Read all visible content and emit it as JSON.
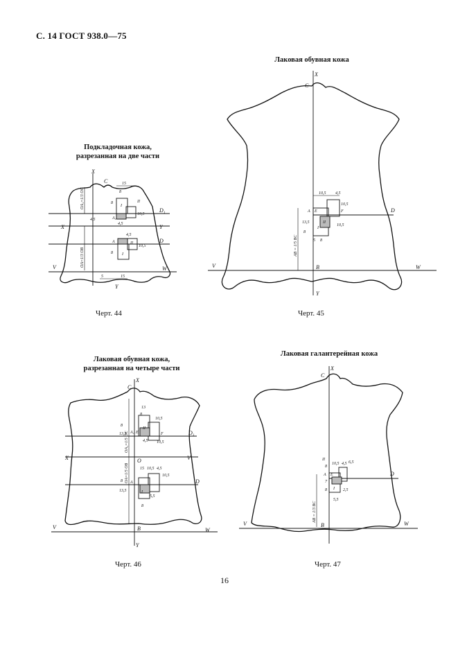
{
  "header": {
    "text": "С. 14 ГОСТ 938.0—75"
  },
  "page_number": "16",
  "figures": [
    {
      "title": "Подкладочная кожа,\nразрезанная на две части",
      "title_lines": [
        "Подкладочная кожа,",
        "разрезанная на две части"
      ],
      "caption": "Черт. 44",
      "labels": {
        "x_top": "X",
        "c": "C",
        "x_left": "X",
        "y_right": "Y",
        "d1": "D₁",
        "d": "D",
        "v": "V",
        "w": "W",
        "y_bottom": "Y",
        "a1": "A₁",
        "a": "A",
        "roman_2": "II",
        "roman_1a": "I",
        "roman_1b": "I",
        "roman_2b": "II",
        "dim_15_top": "15",
        "dim_8_top": "8",
        "dim_8_a": "8",
        "dim_8_b": "8",
        "dim_45_a": "4,5",
        "dim_45_b": "4,5",
        "dim_45_c": "4,5",
        "dim_105_a": "10,5",
        "dim_105_b": "10,5",
        "dim_5_bottom": "5",
        "dim_15_bottom": "15",
        "formula_top": "OA₁=1/3 OC",
        "formula_bottom": "OA=1/3 OB"
      }
    },
    {
      "title": "Лаковая обувная кожа",
      "title_lines": [
        "Лаковая обувная кожа"
      ],
      "caption": "Черт. 45",
      "labels": {
        "x": "X",
        "c": "C",
        "d": "D",
        "v": "V",
        "w": "W",
        "y": "Y",
        "b": "B",
        "a": "A",
        "e": "E",
        "f": "F",
        "roman_2": "II",
        "roman_1": "I",
        "dim_105_top": "10,5",
        "dim_45": "4,5",
        "dim_105_r1": "10,5",
        "dim_105_r2": "10,5",
        "dim_135": "13,5",
        "dim_8_l": "8",
        "dim_5": "5",
        "dim_8_b": "8",
        "formula": "AB = 1/5 BC"
      }
    },
    {
      "title": "Лаковая обувная кожа,\nразрезанная на четыре части",
      "title_lines": [
        "Лаковая обувная кожа,",
        "разрезанная на четыре части"
      ],
      "caption": "Черт. 46",
      "labels": {
        "x_top": "X",
        "c": "C",
        "d1": "D₁",
        "x_left": "X",
        "o": "O",
        "v_mid": "V",
        "d": "D",
        "v": "V",
        "w": "W",
        "y": "Y",
        "b": "B",
        "a1": "A₁",
        "a": "A",
        "e": "E",
        "f": "F",
        "roman_2": "II",
        "roman_1": "I",
        "dim_13": "13",
        "dim_8_top": "8",
        "dim_105_a": "10,5",
        "dim_8_l": "8",
        "dim_135_a": "13,5",
        "dim_45_a": "4,5",
        "dim_105_b": "10,5",
        "dim_15": "15",
        "dim_105_c": "10,5",
        "dim_45_b": "4,5",
        "dim_105_d": "10,5",
        "dim_8_l2": "8",
        "dim_135_b": "13,5",
        "dim_55": "5,5",
        "dim_8_bottom": "8",
        "formula_a1": "OA₁=1/5 OC",
        "formula_a": "OA=1/5 OB"
      }
    },
    {
      "title": "Лаковая галантерейная кожа",
      "title_lines": [
        "Лаковая галантерейная кожа"
      ],
      "caption": "Черт. 47",
      "labels": {
        "x": "X",
        "c": "C",
        "d": "D",
        "v": "V",
        "w": "W",
        "b": "B",
        "a": "A",
        "e": "E",
        "roman_2": "II",
        "roman_1": "I",
        "dim_105": "10,5",
        "dim_45": "4,5",
        "dim_65": "6,5",
        "dim_8a": "8",
        "dim_7": "7",
        "dim_8b": "8",
        "dim_25": "2,5",
        "dim_55": "5,5",
        "formula": "AB = 1/3 BC"
      }
    }
  ]
}
